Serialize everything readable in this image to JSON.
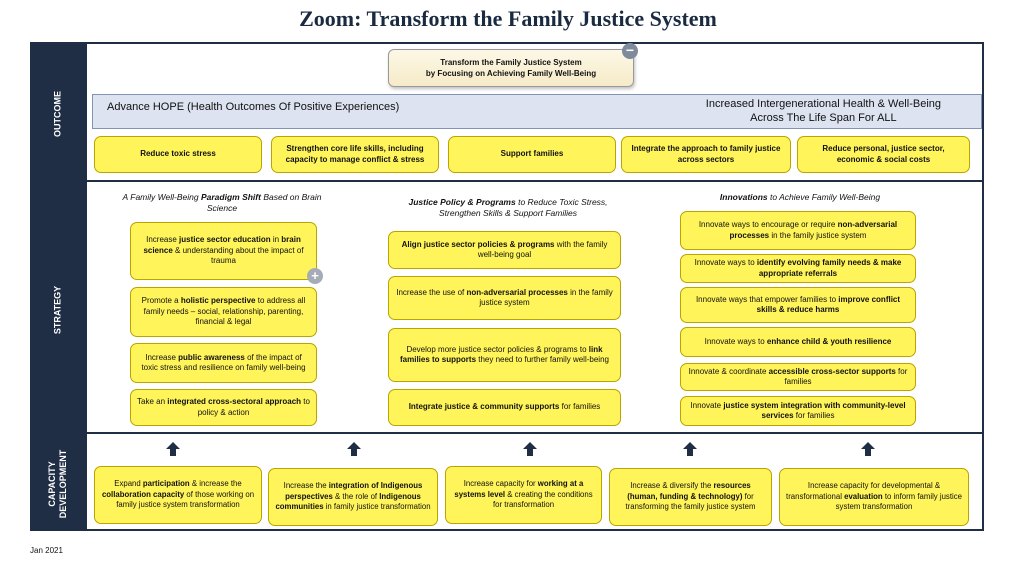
{
  "title": "Zoom:  Transform the Family Justice System",
  "sidebar": {
    "outcome": "OUTCOME",
    "strategy": "STRATEGY",
    "capacity_line1": "CAPACITY",
    "capacity_line2": "DEVELOPMENT"
  },
  "top_box": {
    "line1": "Transform the Family Justice System",
    "line2": "by Focusing on Achieving Family Well-Being"
  },
  "hope_bar": {
    "left": "Advance HOPE  (Health Outcomes Of Positive Experiences)",
    "right_line1": "Increased Intergenerational Health & Well-Being",
    "right_line2": "Across The Life Span For ALL"
  },
  "outcomes": [
    "Reduce toxic stress",
    "Strengthen core life skills, including capacity to manage conflict & stress",
    "Support families",
    "Integrate the approach to family justice across sectors",
    "Reduce personal, justice sector, economic & social costs"
  ],
  "columns": {
    "left_head_pre": "A Family Well-Being ",
    "left_head_bold": "Paradigm Shift",
    "left_head_post": " Based on Brain Science",
    "mid_head_bold": "Justice Policy & Programs",
    "mid_head_post": " to Reduce Toxic Stress, Strengthen Skills & Support Families",
    "right_head_bold": "Innovations",
    "right_head_post": " to Achieve Family Well-Being"
  },
  "left_boxes": [
    {
      "a": "Increase ",
      "b": "justice sector education",
      "c": " in ",
      "d": "brain science",
      "e": " & understanding about the impact of trauma"
    },
    {
      "a": "Promote a ",
      "b": "holistic perspective",
      "c": " to address all family needs – social, relationship, parenting, financial & legal",
      "d": "",
      "e": ""
    },
    {
      "a": "Increase ",
      "b": "public awareness",
      "c": " of the impact of toxic stress and resilience on family well-being",
      "d": "",
      "e": ""
    },
    {
      "a": "Take an ",
      "b": "integrated cross-sectoral approach",
      "c": " to policy & action",
      "d": "",
      "e": ""
    }
  ],
  "mid_boxes": [
    {
      "a": "",
      "b": "Align justice sector policies & programs",
      "c": " with the family well-being goal"
    },
    {
      "a": "Increase the use of ",
      "b": "non-adversarial processes",
      "c": " in the family justice system"
    },
    {
      "a": "Develop more justice sector policies & programs to ",
      "b": "link families to supports",
      "c": " they need to further family well-being"
    },
    {
      "a": "",
      "b": "Integrate justice & community supports",
      "c": " for families"
    }
  ],
  "right_boxes": [
    {
      "a": "Innovate ways to encourage or require ",
      "b": "non-adversarial processes",
      "c": " in the family justice system"
    },
    {
      "a": "Innovate ways to ",
      "b": "identify evolving family needs & make appropriate referrals",
      "c": ""
    },
    {
      "a": "Innovate ways that empower families to ",
      "b": "improve conflict skills & reduce harms",
      "c": ""
    },
    {
      "a": "Innovate ways to ",
      "b": "enhance child & youth resilience",
      "c": ""
    },
    {
      "a": "Innovate & coordinate ",
      "b": "accessible cross-sector supports",
      "c": " for families"
    },
    {
      "a": "Innovate ",
      "b": "justice system integration with community-level services",
      "c": " for families"
    }
  ],
  "capacity_boxes": [
    {
      "a": "Expand ",
      "b": "participation",
      "c": " & increase the ",
      "d": "collaboration capacity",
      "e": " of  those working on family justice system transformation"
    },
    {
      "a": "Increase the ",
      "b": "integration of Indigenous perspectives",
      "c": " & the role of ",
      "d": "Indigenous communities",
      "e": " in family justice transformation"
    },
    {
      "a": "Increase capacity for ",
      "b": "working at a systems level",
      "c": " & creating the conditions for transformation",
      "d": "",
      "e": ""
    },
    {
      "a": "Increase & diversify the ",
      "b": "resources (human, funding & technology)",
      "c": " for transforming the family justice system",
      "d": "",
      "e": ""
    },
    {
      "a": "Increase capacity for developmental & transformational ",
      "b": "evaluation",
      "c": " to inform family justice system transformation",
      "d": "",
      "e": ""
    }
  ],
  "controls": {
    "collapse": "−",
    "expand": "+"
  },
  "footer": "Jan 2021"
}
